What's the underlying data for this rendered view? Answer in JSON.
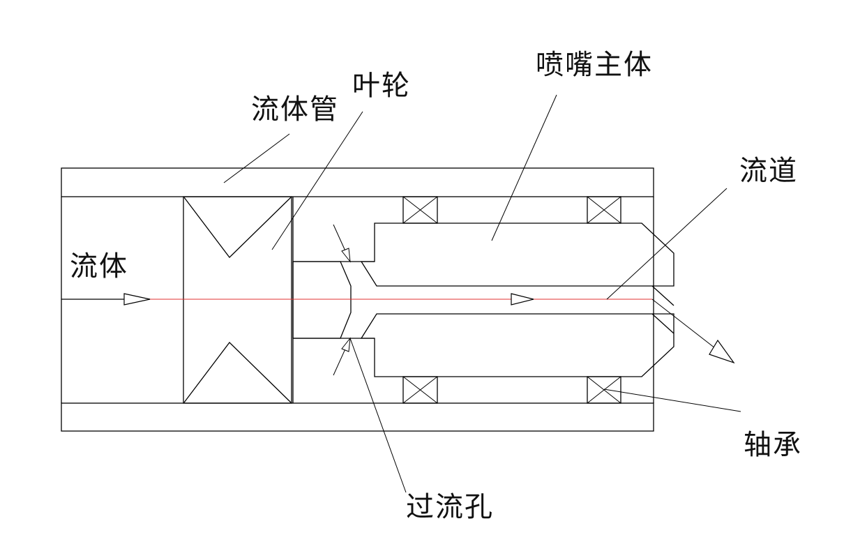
{
  "diagram": {
    "type": "mechanical cross-section",
    "labels": {
      "fluid_tube": "流体管",
      "impeller": "叶轮",
      "nozzle_body": "喷嘴主体",
      "flow_channel": "流道",
      "fluid": "流体",
      "flow_hole": "过流孔",
      "bearing": "轴承"
    },
    "colors": {
      "line": "#000000",
      "centerline": "#e03030",
      "background": "#ffffff"
    }
  }
}
